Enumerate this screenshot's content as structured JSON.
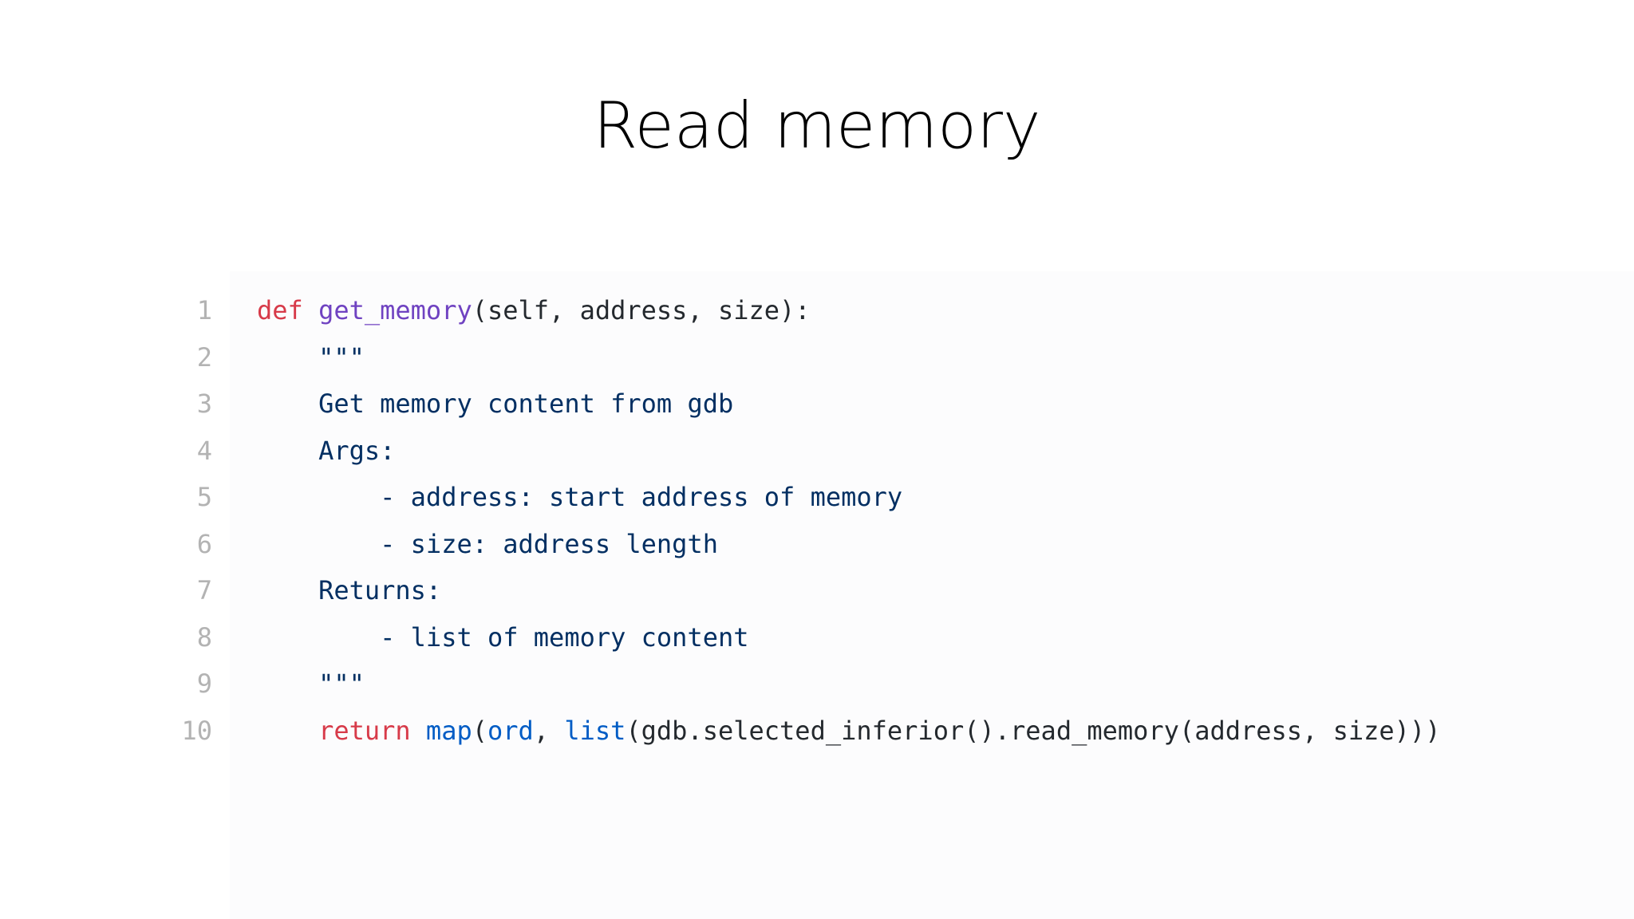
{
  "slide": {
    "title": "Read memory"
  },
  "colors": {
    "background": "#ffffff",
    "code_background": "#fcfcfd",
    "line_number": "#b3b3b3",
    "keyword": "#d73a49",
    "function_name": "#6f42c1",
    "builtin": "#005cc5",
    "docstring": "#032f62",
    "plain": "#24292e"
  },
  "code": {
    "lines": [
      {
        "number": "1",
        "tokens": [
          {
            "text": "def",
            "kind": "kw"
          },
          {
            "text": " ",
            "kind": "plain"
          },
          {
            "text": "get_memory",
            "kind": "fn"
          },
          {
            "text": "(self, address, size):",
            "kind": "plain"
          }
        ]
      },
      {
        "number": "2",
        "tokens": [
          {
            "text": "    \"\"\"",
            "kind": "doc"
          }
        ]
      },
      {
        "number": "3",
        "tokens": [
          {
            "text": "    Get memory content from gdb",
            "kind": "doc"
          }
        ]
      },
      {
        "number": "4",
        "tokens": [
          {
            "text": "    Args:",
            "kind": "doc"
          }
        ]
      },
      {
        "number": "5",
        "tokens": [
          {
            "text": "        - address: start address of memory",
            "kind": "doc"
          }
        ]
      },
      {
        "number": "6",
        "tokens": [
          {
            "text": "        - size: address length",
            "kind": "doc"
          }
        ]
      },
      {
        "number": "7",
        "tokens": [
          {
            "text": "    Returns:",
            "kind": "doc"
          }
        ]
      },
      {
        "number": "8",
        "tokens": [
          {
            "text": "        - list of memory content",
            "kind": "doc"
          }
        ]
      },
      {
        "number": "9",
        "tokens": [
          {
            "text": "    \"\"\"",
            "kind": "doc"
          }
        ]
      },
      {
        "number": "10",
        "tokens": [
          {
            "text": "    ",
            "kind": "plain"
          },
          {
            "text": "return",
            "kind": "kw"
          },
          {
            "text": " ",
            "kind": "plain"
          },
          {
            "text": "map",
            "kind": "bi"
          },
          {
            "text": "(",
            "kind": "plain"
          },
          {
            "text": "ord",
            "kind": "bi"
          },
          {
            "text": ", ",
            "kind": "plain"
          },
          {
            "text": "list",
            "kind": "bi"
          },
          {
            "text": "(gdb.selected_inferior().read_memory(address, size)))",
            "kind": "plain"
          }
        ]
      }
    ]
  }
}
